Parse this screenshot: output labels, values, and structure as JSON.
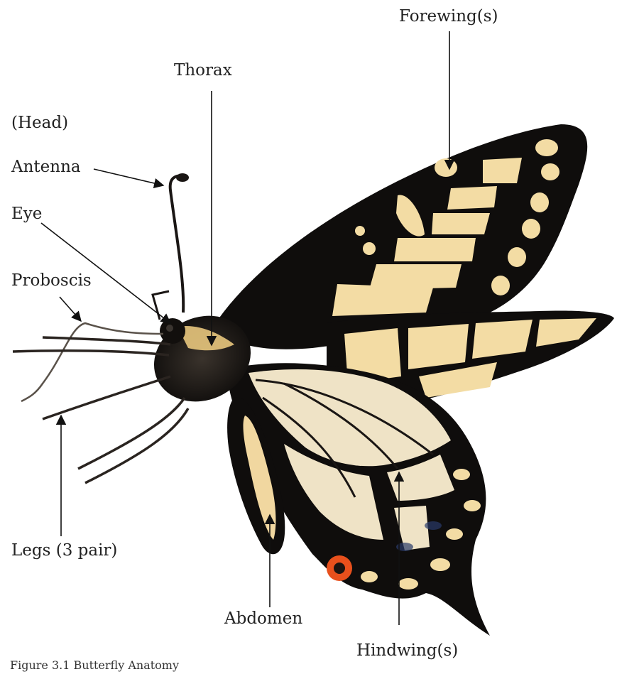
{
  "figure": {
    "caption": "Figure 3.1 Butterfly Anatomy",
    "labels": {
      "forewings": "Forewing(s)",
      "thorax": "Thorax",
      "head": "(Head)",
      "antenna": "Antenna",
      "eye": "Eye",
      "proboscis": "Proboscis",
      "legs": "Legs (3 pair)",
      "abdomen": "Abdomen",
      "hindwings": "Hindwing(s)"
    },
    "colors": {
      "wing_dark": "#0f0d0c",
      "wing_cream": "#f3dca4",
      "hindwing_pale": "#efe3c6",
      "eyespot_orange": "#e8501c",
      "label_text": "#222222"
    }
  }
}
